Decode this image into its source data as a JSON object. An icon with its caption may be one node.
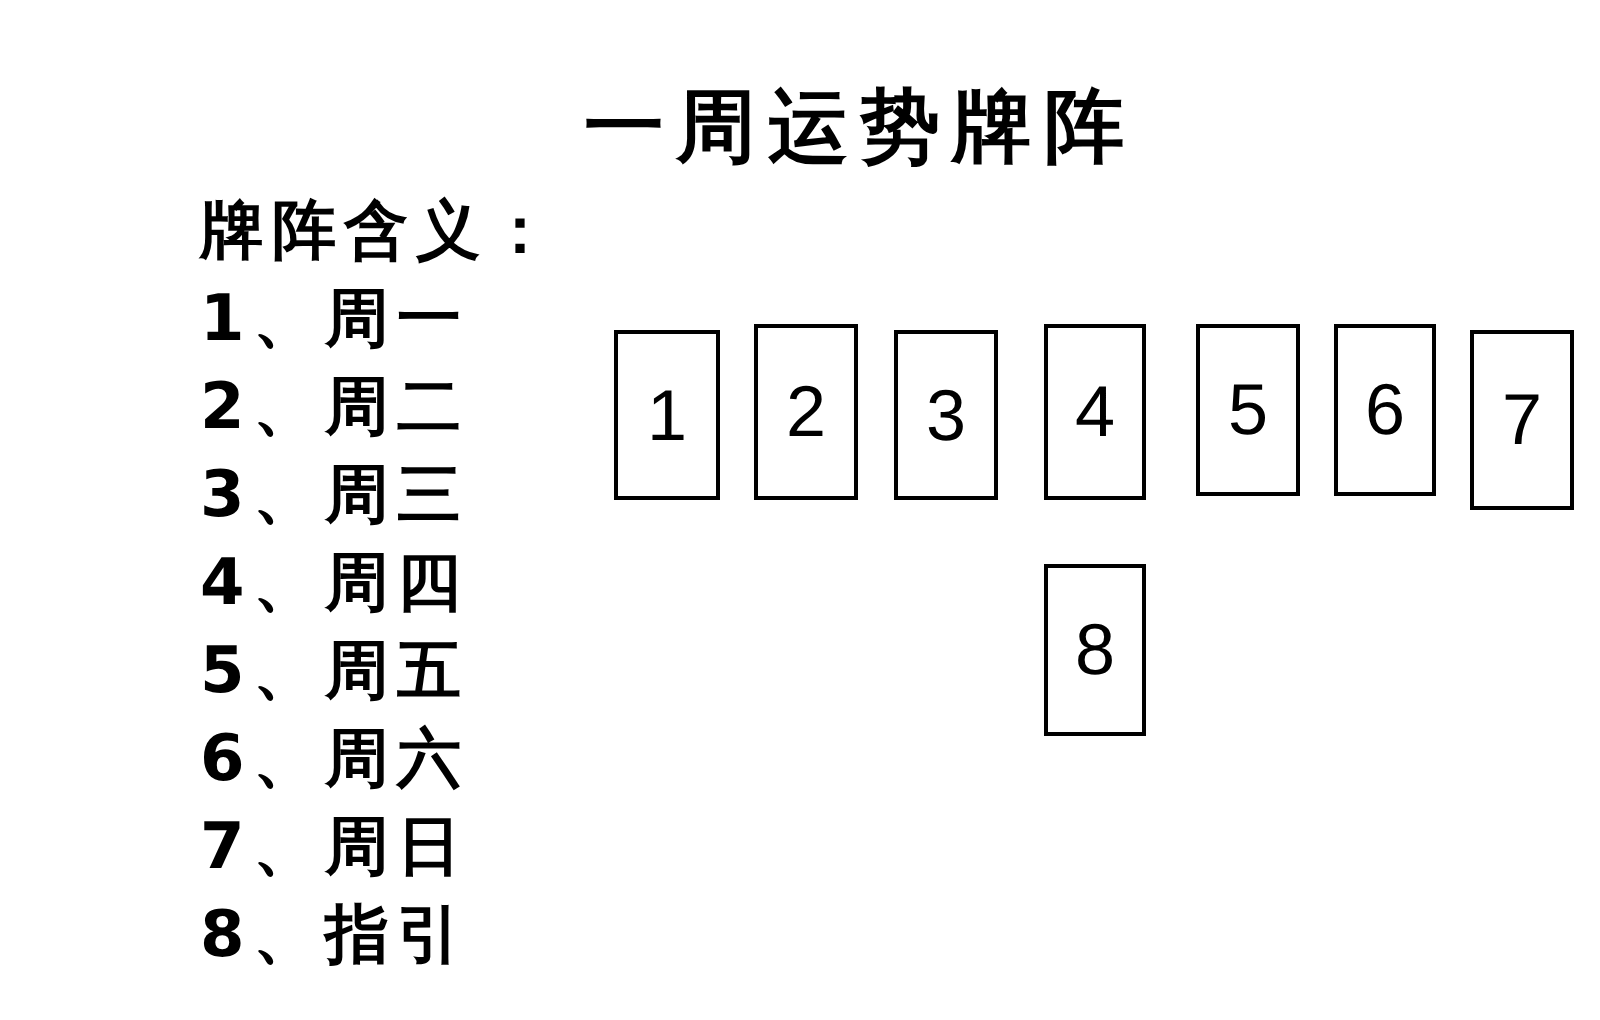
{
  "diagram": {
    "title": "一周运势牌阵",
    "nodes": [
      {
        "text": [
          "1"
        ]
      },
      {
        "text": [
          "2"
        ]
      },
      {
        "text": [
          "3"
        ]
      },
      {
        "text": [
          "4"
        ]
      },
      {
        "text": [
          "5"
        ]
      },
      {
        "text": [
          "6"
        ]
      },
      {
        "text": [
          "7"
        ]
      },
      {
        "text": [
          "8"
        ]
      }
    ],
    "labels": [
      "牌阵含义：",
      "1、周一",
      "2、周二",
      "3、周三",
      "4、周四",
      "5、周五",
      "6、周六",
      "7、周日",
      "8、指引"
    ]
  }
}
